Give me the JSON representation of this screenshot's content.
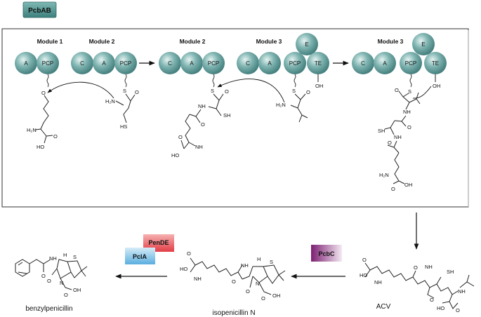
{
  "enzymes": {
    "pcbab": "PcbAB",
    "pcbc": "PcbC",
    "pende": "PenDE",
    "pcla": "PclA"
  },
  "modules": {
    "m1": "Module 1",
    "m2": "Module 2",
    "m2b": "Module 2",
    "m3": "Module 3",
    "m3b": "Module 3"
  },
  "domains": {
    "A": "A",
    "PCP": "PCP",
    "C": "C",
    "E": "E",
    "TE": "TE"
  },
  "atoms": {
    "O": "O",
    "S": "S",
    "NH2": "NH",
    "H2N": "H₂N",
    "HO": "HO",
    "OH": "OH",
    "SH": "SH",
    "HS": "HS",
    "NH": "NH",
    "N": "N",
    "H": "H",
    "sub2": "2"
  },
  "compounds": {
    "acv": "ACV",
    "ipn": "isopenicillin N",
    "benzylpen": "benzylpenicillin"
  },
  "colors": {
    "ball": "#5f9c9a",
    "ball_light": "#cfe6e4",
    "pcbab_box": "#3f8683",
    "pcbc": "#8b2a7f",
    "pende": "#e0424a",
    "pcla": "#4a9fd0"
  }
}
